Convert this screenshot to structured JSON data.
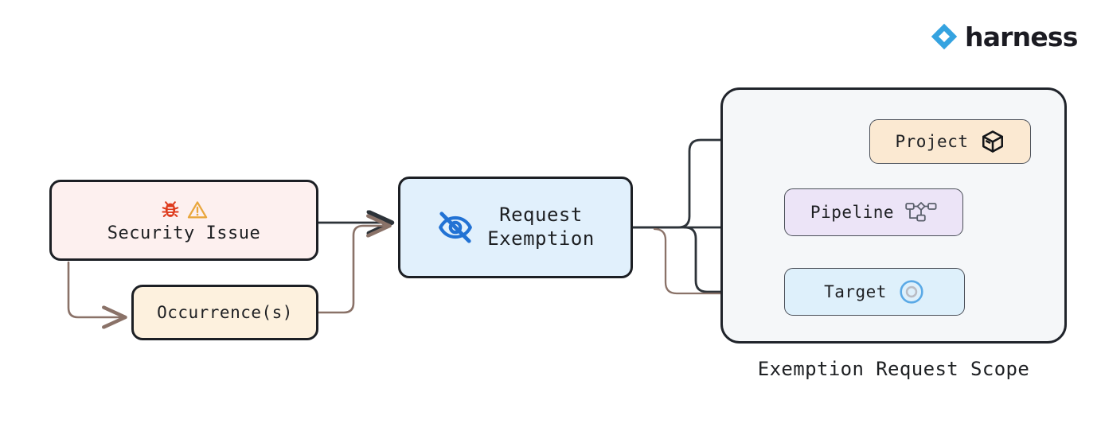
{
  "brand": {
    "name": "harness",
    "mark_icon": "harness-diamond-logo",
    "accent_color": "#35a3e0",
    "word_color": "#1b1b22"
  },
  "diagram": {
    "type": "flowchart",
    "direction": "left-to-right",
    "nodes": [
      {
        "id": "security-issue",
        "label": "Security Issue",
        "icons": [
          "bug-emoji",
          "warning-triangle-emoji"
        ],
        "fill": "#fdf0ef",
        "border": "#1c1f24"
      },
      {
        "id": "occurrences",
        "label": "Occurrence(s)",
        "icons": [],
        "fill": "#fdf1de",
        "border": "#1c1f24"
      },
      {
        "id": "request-exemption",
        "label": "Request\nExemption",
        "icons": [
          "eye-off-icon"
        ],
        "fill": "#e1f0fc",
        "border": "#1c1f24"
      },
      {
        "id": "project",
        "label": "Project",
        "icons": [
          "cube-icon"
        ],
        "fill": "#fbe9d2",
        "border": "#4a4f58"
      },
      {
        "id": "pipeline",
        "label": "Pipeline",
        "icons": [
          "pipeline-nodes-icon"
        ],
        "fill": "#ece4f7",
        "border": "#4a4f58"
      },
      {
        "id": "target",
        "label": "Target",
        "icons": [
          "target-circle-icon"
        ],
        "fill": "#def0fb",
        "border": "#4a4f58"
      }
    ],
    "container": {
      "id": "exemption-request-scope",
      "caption": "Exemption Request Scope",
      "fill": "#f5f7f9",
      "border": "#20242b",
      "children": [
        "project",
        "pipeline",
        "target"
      ]
    },
    "edges": [
      {
        "from": "security-issue",
        "to": "request-exemption",
        "color": "#2d3339"
      },
      {
        "from": "security-issue",
        "to": "occurrences",
        "color": "#8a7268"
      },
      {
        "from": "occurrences",
        "to": "request-exemption",
        "color": "#8a7268"
      },
      {
        "from": "request-exemption",
        "to": "project",
        "color": "#2d3339"
      },
      {
        "from": "request-exemption",
        "to": "pipeline",
        "color": "#2d3339"
      },
      {
        "from": "request-exemption",
        "to": "target",
        "color": "#2d3339"
      },
      {
        "from": "request-exemption",
        "to": "target",
        "color": "#8a7268"
      },
      {
        "from": "project",
        "to": "pipeline",
        "color": "#2d3339"
      },
      {
        "from": "project",
        "to": "target",
        "color": "#2d3339"
      }
    ],
    "edge_color_primary": "#2d3339",
    "edge_color_secondary": "#8a7268"
  },
  "icon_colors": {
    "bug": "#de3a1c",
    "warning": "#e9a63c",
    "eye_off": "#2272d4",
    "cube": "#141619",
    "pipeline": "#5a5f6b",
    "target_ring": "#5aa9e6",
    "target_core": "#b9bcc4"
  }
}
